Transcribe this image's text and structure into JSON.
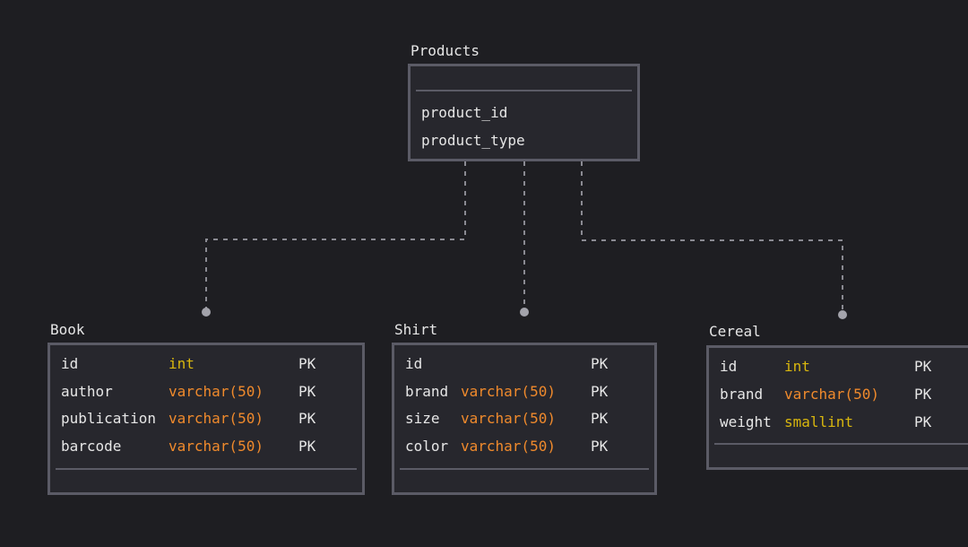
{
  "colors": {
    "background": "#1e1e22",
    "box_border": "#5b5b66",
    "box_fill": "#27272d",
    "text": "#e6e6e6",
    "type_int": "#d9b70e",
    "type_varchar": "#f08a2c",
    "connector": "#8a8a92"
  },
  "products": {
    "title": "Products",
    "fields": [
      "product_id",
      "product_type"
    ]
  },
  "book": {
    "title": "Book",
    "rows": [
      {
        "name": "id",
        "type": "int",
        "key": "PK"
      },
      {
        "name": "author",
        "type": "varchar(50)",
        "key": "PK"
      },
      {
        "name": "publication",
        "type": "varchar(50)",
        "key": "PK"
      },
      {
        "name": "barcode",
        "type": "varchar(50)",
        "key": "PK"
      }
    ]
  },
  "shirt": {
    "title": "Shirt",
    "rows": [
      {
        "name": "id",
        "type": "",
        "key": "PK"
      },
      {
        "name": "brand",
        "type": "varchar(50)",
        "key": "PK"
      },
      {
        "name": "size",
        "type": "varchar(50)",
        "key": "PK"
      },
      {
        "name": "color",
        "type": "varchar(50)",
        "key": "PK"
      }
    ]
  },
  "cereal": {
    "title": "Cereal",
    "rows": [
      {
        "name": "id",
        "type": "int",
        "key": "PK"
      },
      {
        "name": "brand",
        "type": "varchar(50)",
        "key": "PK"
      },
      {
        "name": "weight",
        "type": "smallint",
        "key": "PK"
      }
    ]
  }
}
